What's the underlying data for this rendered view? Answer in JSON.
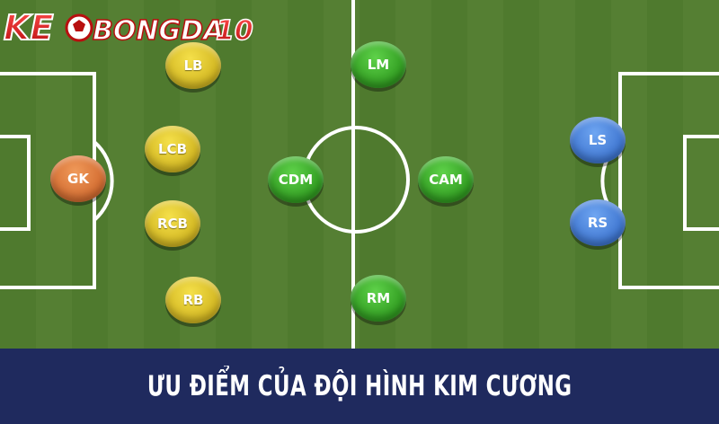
{
  "logo": {
    "text_prefix": "KE",
    "text_main": "BONGDA",
    "text_num": "10"
  },
  "colors": {
    "defender": "#e2c933",
    "midfielder": "#3fb52d",
    "forward": "#4f8ae0",
    "goalkeeper": "#e07a3c",
    "banner": "#1f2a5e"
  },
  "players": {
    "gk": "GK",
    "lb": "LB",
    "lcb": "LCB",
    "rcb": "RCB",
    "rb": "RB",
    "lm": "LM",
    "cdm": "CDM",
    "cam": "CAM",
    "rm": "RM",
    "ls": "LS",
    "rs": "RS"
  },
  "banner": {
    "title": "ƯU ĐIỂM CỦA ĐỘI HÌNH KIM CƯƠNG"
  }
}
